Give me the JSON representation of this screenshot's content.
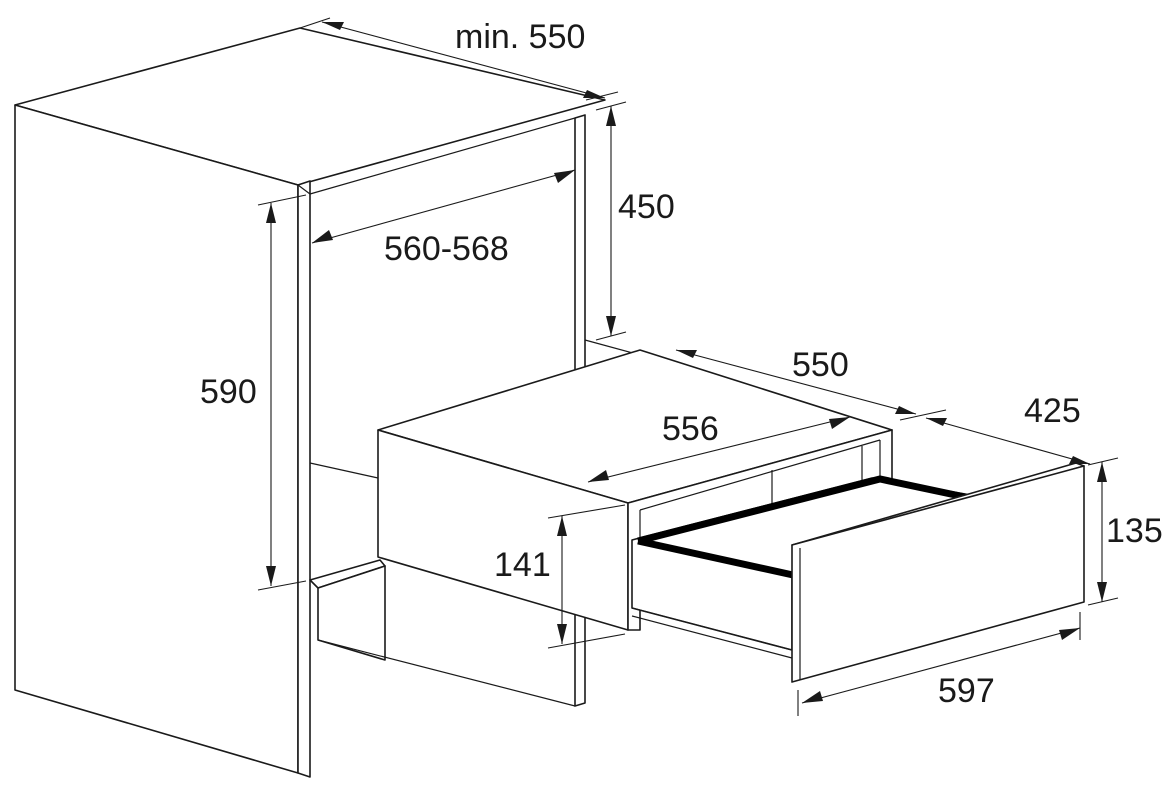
{
  "colors": {
    "line": "#1a1a1a",
    "gasket": "#000000",
    "background": "#ffffff"
  },
  "dimensions": {
    "cabinet_depth": "min. 550",
    "niche_height": "450",
    "niche_width": "560-568",
    "cabinet_height": "590",
    "drawer_depth": "550",
    "drawer_width": "556",
    "drawer_extension": "425",
    "drawer_height": "141",
    "front_height": "135",
    "front_width": "597"
  }
}
